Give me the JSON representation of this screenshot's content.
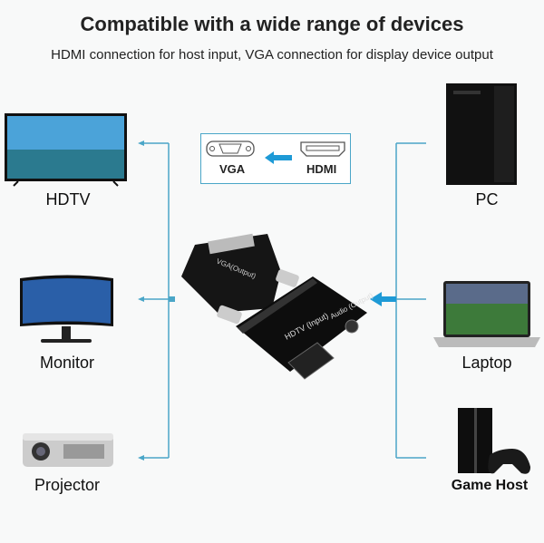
{
  "title": "Compatible with a wide range of devices",
  "subtitle": "HDMI connection for host input, VGA connection for display device output",
  "connector_box": {
    "output": "VGA",
    "input": "HDMI"
  },
  "adapter_labels": {
    "vga": "VGA(Output)",
    "hdtv": "HDTV (Input)",
    "audio": "Audio (Output)"
  },
  "outputs": [
    "HDTV",
    "Monitor",
    "Projector"
  ],
  "inputs": [
    "PC",
    "Laptop",
    "Game Host"
  ],
  "colors": {
    "line": "#4aa6c8",
    "arrow": "#1e9ad6"
  }
}
